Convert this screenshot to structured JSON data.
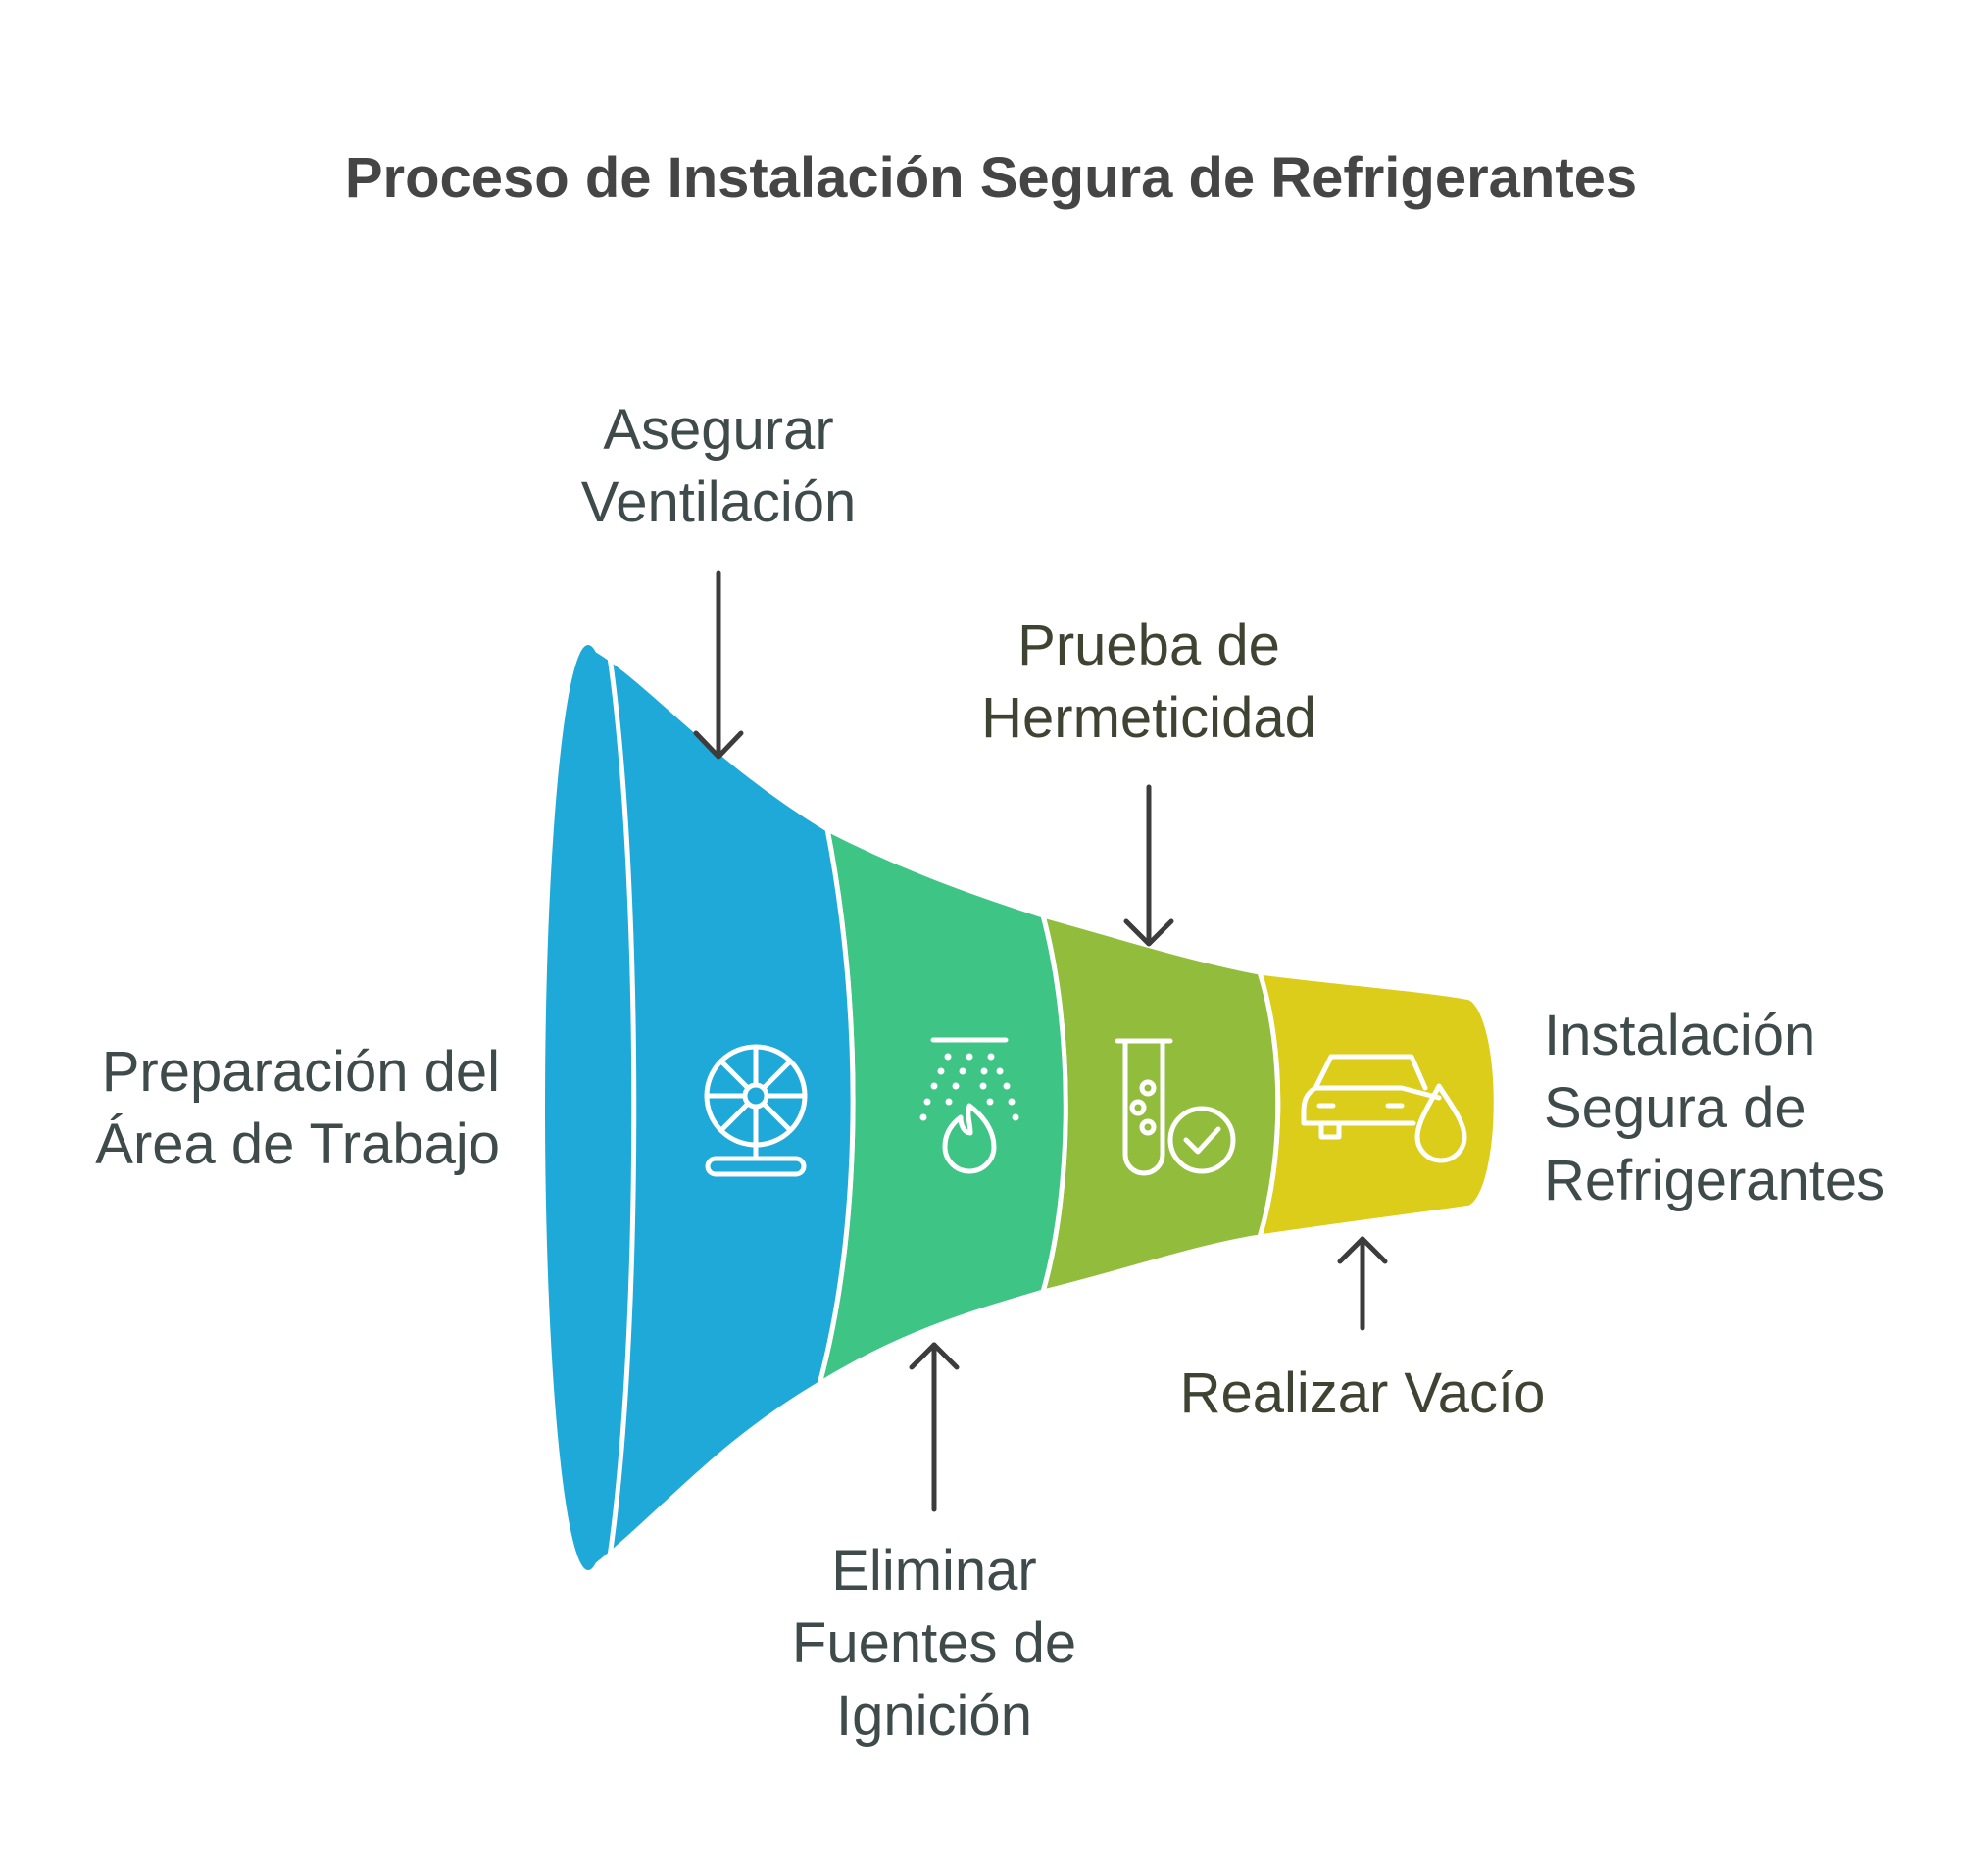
{
  "title": "Proceso de Instalación Segura de Refrigerantes",
  "colors": {
    "stage1": "#1fa9d8",
    "stage2": "#3ec585",
    "stage3": "#92bd3c",
    "stage4": "#dccd1a",
    "text": "#3f4a4a",
    "arrow": "#3c3c3c"
  },
  "labels": {
    "preparacion": [
      "Preparación del",
      "Área de Trabajo"
    ],
    "ventilacion": [
      "Asegurar",
      "Ventilación"
    ],
    "ignicion": [
      "Eliminar",
      "Fuentes de",
      "Ignición"
    ],
    "hermeticidad": [
      "Prueba de",
      "Hermeticidad"
    ],
    "vacio": [
      "Realizar Vacío"
    ],
    "instalacion": [
      "Instalación",
      "Segura de",
      "Refrigerantes"
    ]
  },
  "icons": [
    "fan-icon",
    "sprinkler-fire-icon",
    "test-tube-check-icon",
    "car-drop-icon"
  ]
}
